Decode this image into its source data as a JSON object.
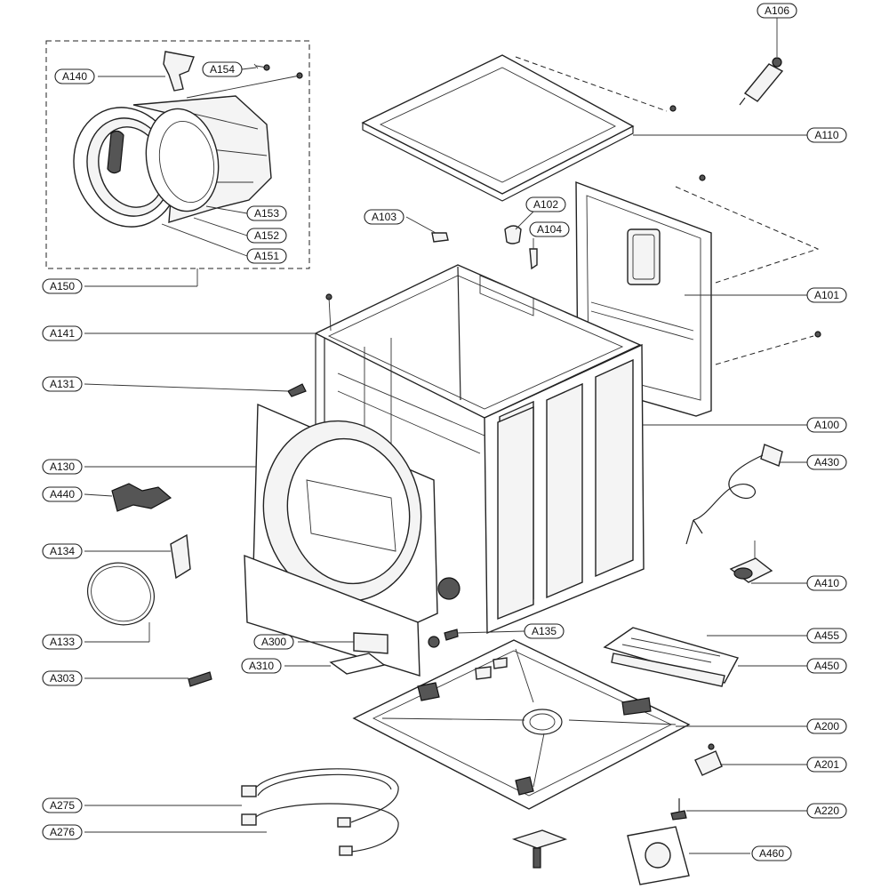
{
  "diagram": {
    "labels": {
      "A106": "A106",
      "A110": "A110",
      "A140": "A140",
      "A154": "A154",
      "A153": "A153",
      "A152": "A152",
      "A151": "A151",
      "A150": "A150",
      "A103": "A103",
      "A102": "A102",
      "A104": "A104",
      "A101": "A101",
      "A141": "A141",
      "A131": "A131",
      "A100": "A100",
      "A130": "A130",
      "A430": "A430",
      "A440": "A440",
      "A134": "A134",
      "A410": "A410",
      "A133": "A133",
      "A135": "A135",
      "A300": "A300",
      "A455": "A455",
      "A310": "A310",
      "A450": "A450",
      "A303": "A303",
      "A200": "A200",
      "A201": "A201",
      "A275": "A275",
      "A220": "A220",
      "A276": "A276",
      "A460": "A460"
    }
  }
}
